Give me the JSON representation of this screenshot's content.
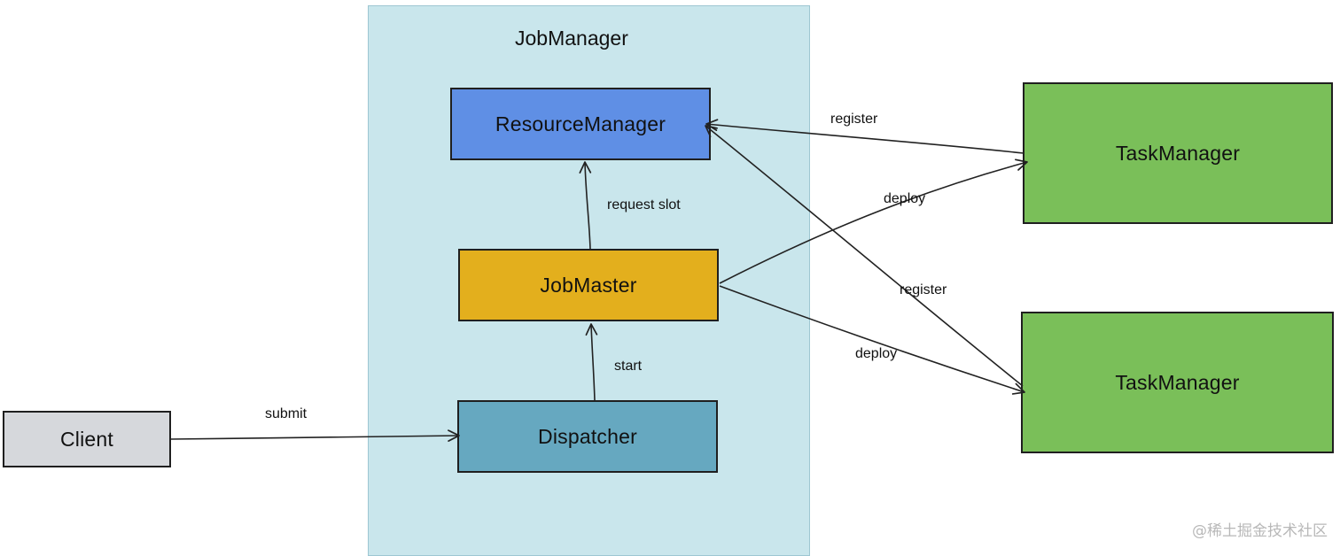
{
  "diagram": {
    "container": {
      "title": "JobManager",
      "fill": "#c9e6ec"
    },
    "nodes": {
      "resource_manager": {
        "label": "ResourceManager",
        "fill": "#5f8fe5"
      },
      "job_master": {
        "label": "JobMaster",
        "fill": "#e3af1d"
      },
      "dispatcher": {
        "label": "Dispatcher",
        "fill": "#66a8c0"
      },
      "client": {
        "label": "Client",
        "fill": "#d6d8dc"
      },
      "task_manager_1": {
        "label": "TaskManager",
        "fill": "#7abf59"
      },
      "task_manager_2": {
        "label": "TaskManager",
        "fill": "#7abf59"
      }
    },
    "edges": {
      "submit": "submit",
      "start": "start",
      "request_slot": "request slot",
      "register_1": "register",
      "register_2": "register",
      "deploy_1": "deploy",
      "deploy_2": "deploy"
    },
    "watermark": "@稀土掘金技术社区"
  }
}
